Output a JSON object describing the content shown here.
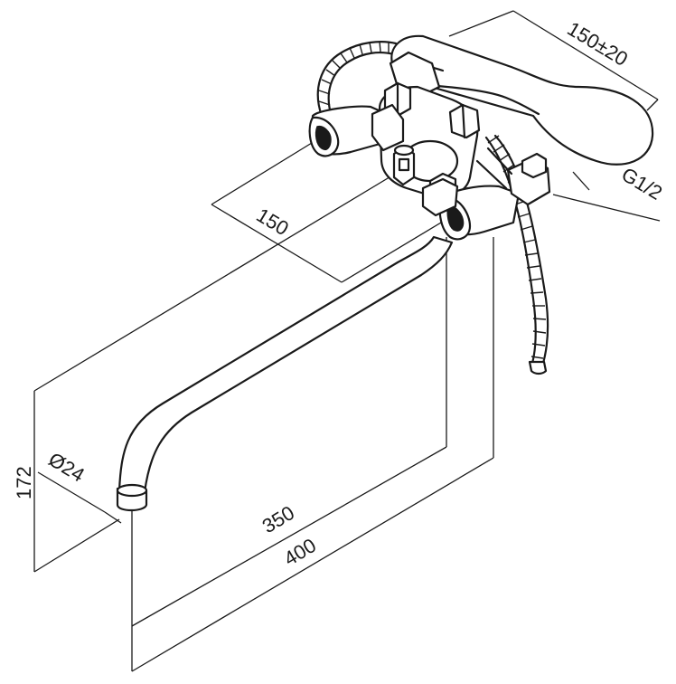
{
  "dimensions": {
    "hose_length": "150±20",
    "connection_thread": "G1/2",
    "center_distance": "150",
    "height": "172",
    "spout_diameter": "Ø24",
    "reach_inner": "350",
    "reach_outer": "400"
  }
}
